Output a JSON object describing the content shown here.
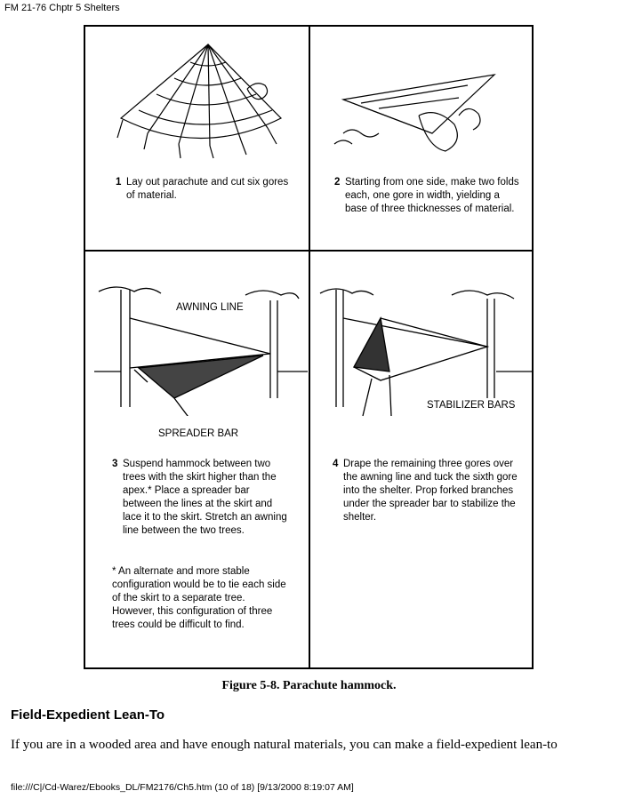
{
  "header": {
    "title": "FM 21-76 Chptr 5 Shelters"
  },
  "figure": {
    "steps": [
      {
        "num": "1",
        "text": "Lay out parachute and cut six gores of material."
      },
      {
        "num": "2",
        "text": "Starting from one side, make two folds each, one gore in width, yielding a base of three thicknesses of material."
      },
      {
        "num": "3",
        "text": "Suspend hammock between two trees with the skirt higher than the apex.* Place a spreader bar between the lines at the skirt and lace it to the skirt. Stretch an awning line between the two trees."
      },
      {
        "num": "4",
        "text": "Drape the remaining three gores over the awning line and tuck the sixth gore into the shelter. Prop forked branches under the spreader bar to stabilize the shelter."
      }
    ],
    "note": "* An alternate and more stable configuration would be to tie each side of the skirt to a separate tree. However, this configuration of three trees could be difficult to find.",
    "labels": {
      "awning_line": "AWNING LINE",
      "spreader_bar": "SPREADER BAR",
      "stabilizer_bars": "STABILIZER BARS"
    },
    "caption": "Figure 5-8. Parachute hammock."
  },
  "section": {
    "heading": "Field-Expedient Lean-To",
    "paragraph": "If you are in a wooded area and have enough natural materials, you can make a field-expedient lean-to"
  },
  "footer": {
    "path": "file:///C|/Cd-Warez/Ebooks_DL/FM2176/Ch5.htm (10 of 18) [9/13/2000 8:19:07 AM]"
  }
}
